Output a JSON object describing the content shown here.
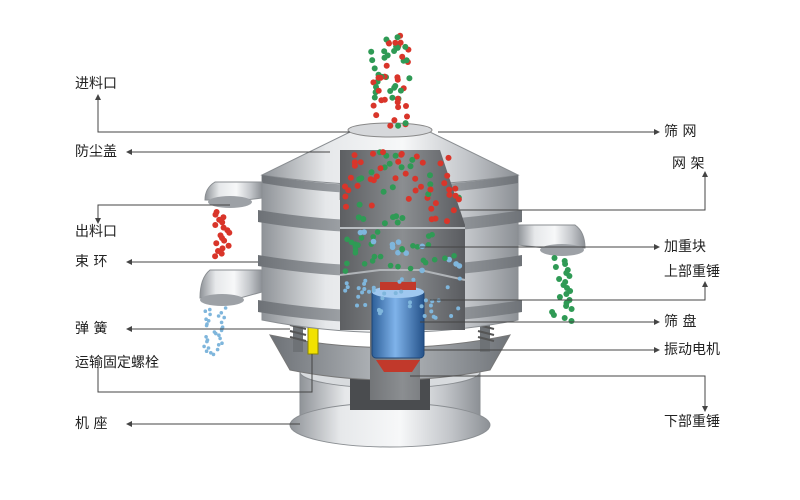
{
  "labels_left": {
    "feed_inlet": "进料口",
    "dust_cover": "防尘盖",
    "discharge_outlet": "出料口",
    "clamp_ring": "束 环",
    "spring": "弹 簧",
    "transport_bolt": "运输固定螺栓",
    "base": "机 座"
  },
  "labels_right": {
    "screen_mesh": "筛 网",
    "mesh_frame": "网 架",
    "weight_block": "加重块",
    "upper_weight": "上部重锤",
    "screen_tray": "筛 盘",
    "vibration_motor": "振动电机",
    "lower_weight": "下部重锤"
  },
  "colors": {
    "particle_red": "#d9352a",
    "particle_green": "#2f9a55",
    "particle_blue": "#7fb6dc",
    "motor_blue": "#3f7fc7",
    "bolt_yellow": "#f2e200",
    "steel": "#c9ccd0"
  }
}
